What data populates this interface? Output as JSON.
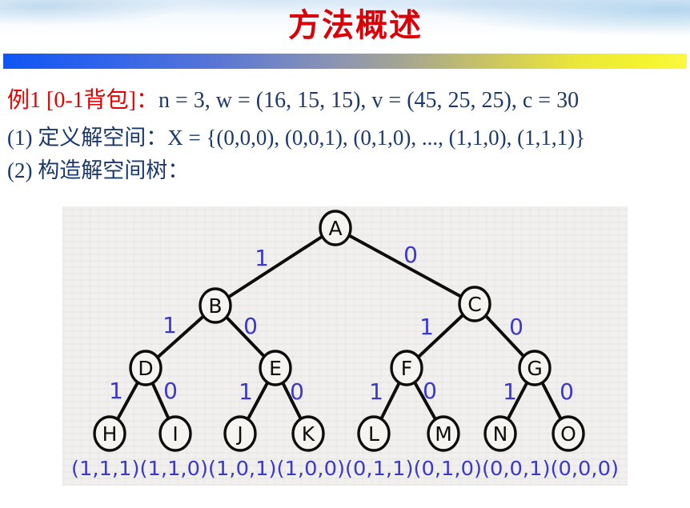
{
  "slide": {
    "title": "方法概述"
  },
  "content": {
    "line1_red": "例1 [0-1背包]：",
    "line1_math": "n = 3, w = (16, 15, 15), v = (45, 25, 25), c = 30",
    "line2_prefix": "(1) 定义解空间：",
    "line2_math": "X = {(0,0,0), (0,0,1), (0,1,0), ..., (1,1,0), (1,1,1)}",
    "line3": "(2) 构造解空间树："
  },
  "colors": {
    "title_red": "#d90008",
    "text_navy": "#1b3a6b",
    "tree_blue": "#3c38c8",
    "bar_left_blue": "#0f55f5",
    "bar_right_yellow": "#f6f32e",
    "panel_gray": "#f1f0ee"
  },
  "tree": {
    "nodes": [
      {
        "id": "A",
        "label": "A"
      },
      {
        "id": "B",
        "label": "B"
      },
      {
        "id": "C",
        "label": "C"
      },
      {
        "id": "D",
        "label": "D"
      },
      {
        "id": "E",
        "label": "E"
      },
      {
        "id": "F",
        "label": "F"
      },
      {
        "id": "G",
        "label": "G"
      },
      {
        "id": "H",
        "label": "H"
      },
      {
        "id": "I",
        "label": "I"
      },
      {
        "id": "J",
        "label": "J"
      },
      {
        "id": "K",
        "label": "K"
      },
      {
        "id": "L",
        "label": "L"
      },
      {
        "id": "M",
        "label": "M"
      },
      {
        "id": "N",
        "label": "N"
      },
      {
        "id": "O",
        "label": "O"
      }
    ],
    "edges": [
      {
        "from": "A",
        "to": "B",
        "label": "1"
      },
      {
        "from": "A",
        "to": "C",
        "label": "0"
      },
      {
        "from": "B",
        "to": "D",
        "label": "1"
      },
      {
        "from": "B",
        "to": "E",
        "label": "0"
      },
      {
        "from": "C",
        "to": "F",
        "label": "1"
      },
      {
        "from": "C",
        "to": "G",
        "label": "0"
      },
      {
        "from": "D",
        "to": "H",
        "label": "1"
      },
      {
        "from": "D",
        "to": "I",
        "label": "0"
      },
      {
        "from": "E",
        "to": "J",
        "label": "1"
      },
      {
        "from": "E",
        "to": "K",
        "label": "0"
      },
      {
        "from": "F",
        "to": "L",
        "label": "1"
      },
      {
        "from": "F",
        "to": "M",
        "label": "0"
      },
      {
        "from": "G",
        "to": "N",
        "label": "1"
      },
      {
        "from": "G",
        "to": "O",
        "label": "0"
      }
    ],
    "leaf_tuples": "(1,1,1)(1,1,0)(1,0,1)(1,0,0)(0,1,1)(0,1,0)(0,0,1)(0,0,0)"
  }
}
